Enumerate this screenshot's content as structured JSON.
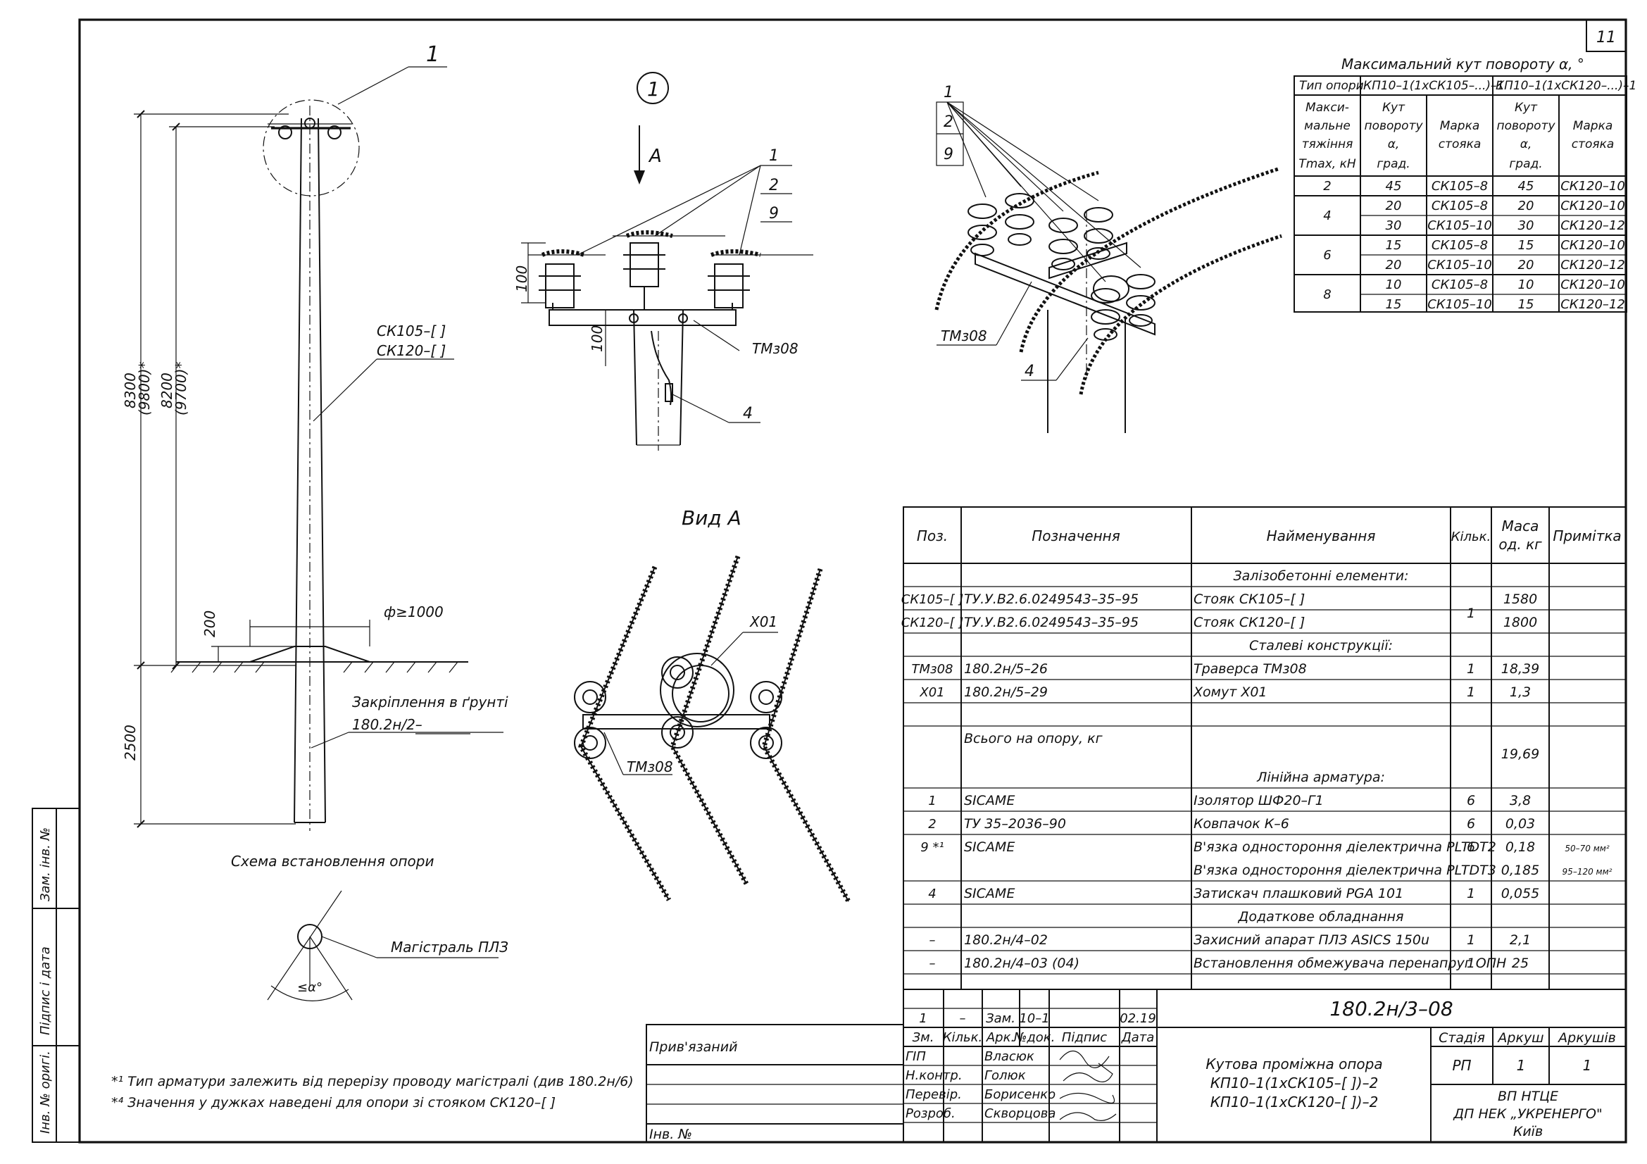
{
  "sheet_number": "11",
  "install": {
    "callout": "1",
    "pole_label_1": "СК105–[    ]",
    "pole_label_2": "СК120–[    ]",
    "dim_8300": "8300",
    "dim_9800": "(9800)*",
    "dim_8200": "8200",
    "dim_9700": "(9700)*",
    "dim_200": "200",
    "dim_2500": "2500",
    "dim_phi": "ф≥1000",
    "ground_label": "Закріплення в ґрунті",
    "ground_ref": "180.2н/2–",
    "caption": "Схема встановлення опори"
  },
  "detail": {
    "callout": "1",
    "view_arrow": "А",
    "labels": [
      "1",
      "2",
      "9"
    ],
    "dim_100a": "100",
    "dim_100b": "100",
    "traverse": "ТМз08",
    "clamp": "4"
  },
  "iso": {
    "labels": [
      "1",
      "2",
      "9"
    ],
    "traverse": "ТМз08",
    "clamp": "4"
  },
  "viewA": {
    "title": "Вид А",
    "collar": "Х01",
    "traverse": "ТМз08"
  },
  "angle": {
    "line_label": "Магістраль ПЛЗ",
    "angle": "≤α°"
  },
  "notes": [
    "*¹ Тип арматури залежить від перерізу проводу магістралі (див 180.2н/6)",
    "*⁴ Значення у дужках наведені для опори зі стояком СК120–[    ]"
  ],
  "side_stamp": [
    "Зам. інв. №",
    "Підпис і дата",
    "Інв. № оригі."
  ],
  "angle_table": {
    "title": "Максимальний кут повороту α, °",
    "h_type": "Тип опори",
    "h_a": "КП10–1(1хСК105–...)–1",
    "h_b": "КП10–1(1хСК120–...)–1",
    "h_tension": [
      "Макси-",
      "мальне",
      "тяжіння",
      "Tmax, кН"
    ],
    "h_angle": [
      "Кут",
      "повороту",
      "α,",
      "град."
    ],
    "h_mark": [
      "Марка",
      "стояка"
    ],
    "rows": [
      [
        "2",
        "45",
        "СК105–8",
        "45",
        "СК120–10"
      ],
      [
        "",
        "20",
        "СК105–8",
        "20",
        "СК120–10"
      ],
      [
        "4",
        "30",
        "СК105–10",
        "30",
        "СК120–12"
      ],
      [
        "",
        "15",
        "СК105–8",
        "15",
        "СК120–10"
      ],
      [
        "6",
        "20",
        "СК105–10",
        "20",
        "СК120–12"
      ],
      [
        "",
        "10",
        "СК105–8",
        "10",
        "СК120–10"
      ],
      [
        "8",
        "15",
        "СК105–10",
        "15",
        "СК120–12"
      ]
    ]
  },
  "spec": {
    "headers": [
      "Поз.",
      "Позначення",
      "Найменування",
      "Кільк.",
      "Маса",
      "од. кг",
      "Примітка"
    ],
    "rows": [
      {
        "pos": "",
        "des": "",
        "name": "Залізобетонні елементи:",
        "qty": "",
        "mass": "",
        "note": "",
        "section": true
      },
      {
        "pos": "СК105–[   ]",
        "des": "ТУ.У.В2.6.0249543–35–95",
        "name": "Стояк СК105–[         ]",
        "qty": "",
        "mass": "1580",
        "note": ""
      },
      {
        "pos": "СК120–[   ]",
        "des": "ТУ.У.В2.6.0249543–35–95",
        "name": "Стояк СК120–[         ]",
        "qty": "",
        "mass": "1800",
        "note": ""
      },
      {
        "pos": "",
        "des": "",
        "name": "Сталеві конструкції:",
        "qty": "",
        "mass": "",
        "note": "",
        "section": true
      },
      {
        "pos": "ТМз08",
        "des": "180.2н/5–26",
        "name": "Траверса ТМз08",
        "qty": "1",
        "mass": "18,39",
        "note": ""
      },
      {
        "pos": "Х01",
        "des": "180.2н/5–29",
        "name": "Хомут Х01",
        "qty": "1",
        "mass": "1,3",
        "note": ""
      },
      {
        "pos": "",
        "des": "",
        "name": "",
        "qty": "",
        "mass": "",
        "note": ""
      },
      {
        "pos": "",
        "des": "Всього на опору, кг",
        "name": "",
        "qty": "",
        "mass": "19,69",
        "note": ""
      },
      {
        "pos": "",
        "des": "",
        "name": "Лінійна арматура:",
        "qty": "",
        "mass": "",
        "note": "",
        "section": true
      },
      {
        "pos": "1",
        "des": "SICAME",
        "name": "Ізолятор ШФ20–Г1",
        "qty": "6",
        "mass": "3,8",
        "note": ""
      },
      {
        "pos": "2",
        "des": "ТУ 35–2036–90",
        "name": "Ковпачок К–6",
        "qty": "6",
        "mass": "0,03",
        "note": ""
      },
      {
        "pos": "9 *¹",
        "des": "SICAME",
        "name": "В'язка одностороння діелектрична PLTDT2",
        "qty": "6",
        "mass": "0,18",
        "note": "50–70 мм²"
      },
      {
        "pos": "",
        "des": "",
        "name": "В'язка одностороння діелектрична PLTDT3",
        "qty": "",
        "mass": "0,185",
        "note": "95–120 мм²"
      },
      {
        "pos": "4",
        "des": "SICAME",
        "name": "Затискач плашковий PGA 101",
        "qty": "1",
        "mass": "0,055",
        "note": ""
      },
      {
        "pos": "",
        "des": "",
        "name": "Додаткове обладнання",
        "qty": "",
        "mass": "",
        "note": "",
        "section": true
      },
      {
        "pos": "–",
        "des": "180.2н/4–02",
        "name": "Захисний апарат ПЛЗ ASICS 150u",
        "qty": "1",
        "mass": "2,1",
        "note": ""
      },
      {
        "pos": "–",
        "des": "180.2н/4–03 (04)",
        "name": "Встановлення обмежувача перенапруг ОПН",
        "qty": "1",
        "mass": "25",
        "note": ""
      },
      {
        "pos": "",
        "des": "",
        "name": "",
        "qty": "",
        "mass": "",
        "note": ""
      }
    ],
    "qty_merged": "1",
    "qty_merged_9": "6"
  },
  "title_block": {
    "doc_code": "180.2н/3–08",
    "change_row": [
      "1",
      "–",
      "Зам.",
      "10–1",
      "",
      "02.19"
    ],
    "head_row": [
      "Зм.",
      "Кільк.",
      "Арк.",
      "№док.",
      "Підпис",
      "Дата"
    ],
    "roles": [
      "ГІП",
      "Н.контр.",
      "Перевір.",
      "Розроб."
    ],
    "names": [
      "Власюк",
      "Голюк",
      "Борисенко",
      "Скворцова"
    ],
    "title_lines": [
      "Кутова проміжна опора",
      "КП10–1(1хСК105–[   ])–2",
      "КП10–1(1хСК120–[   ])–2"
    ],
    "stage_h": "Стадія",
    "sheet_h": "Аркуш",
    "sheets_h": "Аркушів",
    "stage": "РП",
    "sheet": "1",
    "sheets": "1",
    "org": [
      "ВП НТЦЕ",
      "ДП НЕК „УКРЕНЕРГО\"",
      "Київ"
    ],
    "tied": "Прив'язаний",
    "inv": "Інв. №"
  }
}
